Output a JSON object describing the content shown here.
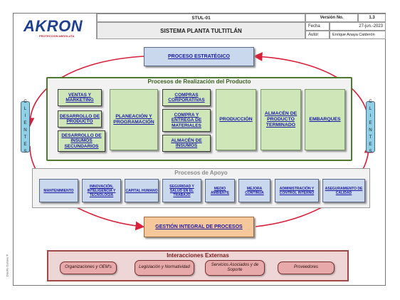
{
  "header": {
    "code": "STUL-01",
    "title": "SISTEMA PLANTA TULTITLÁN",
    "version_label": "Versión No.",
    "version_value": "1.3",
    "date_label": "Fecha",
    "date_value": "27-jun.-2023",
    "author_label": "Autor",
    "author_value": "Enrique Anaya Calderón"
  },
  "logo": {
    "name": "AKRON",
    "tagline": "PROTECCION ABSOLUTA",
    "brand_color": "#1f3f8f"
  },
  "strategic": {
    "label": "PROCESO ESTRATÉGICO"
  },
  "realization": {
    "title": "Procesos de Realización del Producto",
    "col1": [
      "VENTAS Y MARKETING",
      "DESARROLLO DE PRODUCTO",
      "DESARROLLO DE INSUMOS SECUNDARIOS"
    ],
    "planning": "PLANEACIÓN Y PROGRAMACIÓN",
    "col3": [
      "COMPRAS CORPORATIVAS",
      "COMPRA Y ENTREGA DE MATERIALES",
      "ALMACÉN DE INSUMOS"
    ],
    "production": "PRODUCCIÓN",
    "finished_goods": "ALMACÉN DE PRODUCTO TERMINADO",
    "shipping": "EMBARQUES"
  },
  "clients_left": [
    "C",
    "L",
    "I",
    "E",
    "N",
    "T",
    "E",
    "S"
  ],
  "clients_right": [
    "C",
    "L",
    "I",
    "E",
    "N",
    "T",
    "E",
    "S"
  ],
  "support": {
    "title": "Procesos de Apoyo",
    "items": [
      "MANTENIMIENTO",
      "INNOVACIÓN, INTELIGENCIA Y TECNOLOGÍA",
      "CAPITAL HUMANO",
      "SEGURIDAD Y SALUD EN EL TRABAJO",
      "MEDIO AMBIENTE",
      "MEJORA CONTINUA",
      "ADMINISTRACIÓN Y CONTROL INTERNO",
      "ASEGURAMIENTO DE CALIDAD"
    ]
  },
  "integral": {
    "label": "GESTIÓN INTEGRAL DE PROCESOS"
  },
  "external": {
    "title": "Interacciones Externas",
    "items": [
      "Organizaciones y OEM's",
      "Legislación y Normatividad",
      "Servicios Asociados y de Soporte",
      "Proveedores"
    ]
  },
  "copyright": "Diseño Cursiva ®",
  "colors": {
    "process_green": "#cfe6b8",
    "support_blue": "#c9d8ec",
    "clients_cyan": "#8fd0e6",
    "cycle_red": "#d8203a",
    "strategic_fill": "#c9d8ec",
    "integral_fill": "#f6c79a",
    "external_fill": "#e7a9a9"
  }
}
